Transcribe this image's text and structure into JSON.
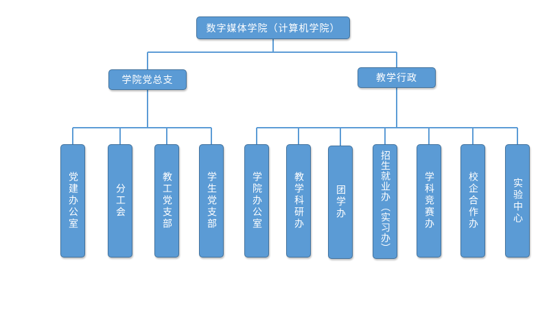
{
  "root": {
    "label": "数字媒体学院（计算机学院）"
  },
  "level1": [
    {
      "label": "学院党总支"
    },
    {
      "label": "教学行政"
    }
  ],
  "party_units": [
    {
      "label": "党建办公室"
    },
    {
      "label": "分工会"
    },
    {
      "label": "教工党支部"
    },
    {
      "label": "学生党支部"
    }
  ],
  "admin_units": [
    {
      "label": "学院办公室"
    },
    {
      "label": "教学科研办"
    },
    {
      "label": "团学办"
    },
    {
      "label": "招生就业办",
      "sub": "（实习办）"
    },
    {
      "label": "学科竞赛办"
    },
    {
      "label": "校企合作办"
    },
    {
      "label": "实验中心"
    }
  ],
  "colors": {
    "box_fill": "#5b9bd5",
    "box_border": "#41719c",
    "connector": "#5b9bd5",
    "text": "#ffffff"
  }
}
